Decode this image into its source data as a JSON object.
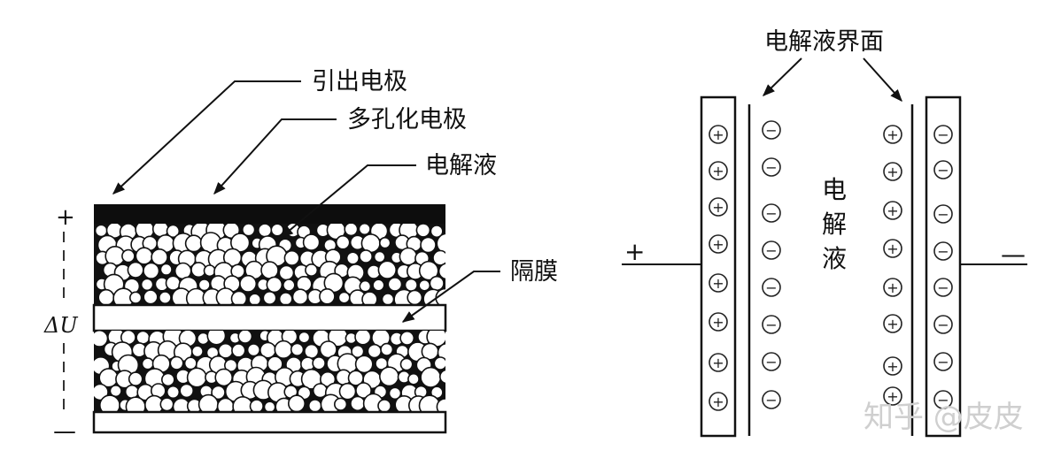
{
  "left_diagram": {
    "labels": {
      "lead_electrode": "引出电极",
      "porous_electrode": "多孔化电极",
      "electrolyte": "电解液",
      "separator": "隔膜"
    },
    "plus": "+",
    "minus": "—",
    "delta_u": "ΔU"
  },
  "right_diagram": {
    "interface_label": "电解液界面",
    "electrolyte_chars": [
      "电",
      "解",
      "液"
    ],
    "plus": "+",
    "minus": "—",
    "positive_ion": "+",
    "negative_ion": "−"
  },
  "watermark": "知乎 @皮皮",
  "colors": {
    "ink": "#111111",
    "watermark": "#cfcfcf",
    "background": "#ffffff"
  }
}
